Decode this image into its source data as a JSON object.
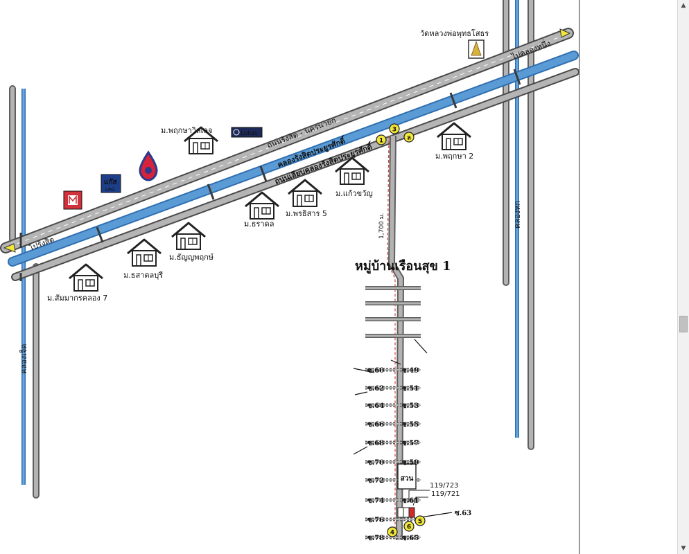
{
  "map": {
    "temple_label": "วัดหลวงพ่อพุทธโสธร",
    "direction_east": "ไปคลองหนึ่ง",
    "direction_west": "ไปรังสิต",
    "road_main": "ถนนรังสิต - นครนายก",
    "canal_main": "คลองรังสิตประยูรศักดิ์",
    "road_parallel": "ถนนเลียบคลองรังสิตประยูรศักดิ์",
    "canal_left": "คลองเจ็ด",
    "canal_right": "คลองหก",
    "distance": "1,700 ม.",
    "village_title": "หมู่บ้านเรือนสุข 1",
    "garden_label": "สวน",
    "address_1": "119/723",
    "address_2": "119/721",
    "landmarks": {
      "lotus": "Lotus",
      "gas": "แก๊ส",
      "gas_sub": "LPG"
    },
    "villages": [
      "ม.พฤกษาวิลเลจ",
      "ม.พฤกษา 2",
      "ม.แก้วขวัญ",
      "ม.พรธิสาร 5",
      "ม.ธราดล",
      "ม.ธัญญพฤกษ์",
      "ม.ธสาตลบุรี",
      "ม.สัมมากรคลอง 7"
    ],
    "markers": [
      "1",
      "2",
      "3",
      "4",
      "5",
      "6"
    ],
    "marker_2_text": "ล",
    "sois_left": [
      "ซ.60",
      "ซ.62",
      "ซ.64",
      "ซ.66",
      "ซ.68",
      "ซ.70",
      "ซ.72",
      "ซ.74",
      "ซ.76",
      "ซ.78"
    ],
    "sois_right": [
      "ซ.49",
      "ซ.51",
      "ซ.53",
      "ซ.55",
      "ซ.57",
      "ซ.59",
      "ซ.61",
      "ซ.63",
      "ซ.65"
    ],
    "colors": {
      "road": "#a9a9a9",
      "road_edge": "#5f5f5f",
      "canal": "#5b9bd5",
      "marker": "#f1e73a",
      "house": "#222222",
      "distance_line": "#d0463c",
      "red_house": "#d02a2a"
    }
  },
  "ui": {
    "scroll_up_icon": "▲",
    "scroll_down_icon": "▼"
  }
}
